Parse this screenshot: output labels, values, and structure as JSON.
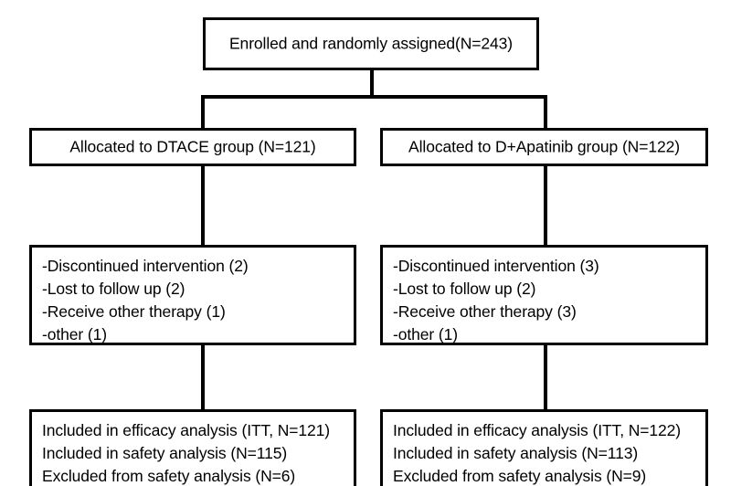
{
  "diagram": {
    "title": "CONSORT participant flow diagram",
    "type": "flowchart",
    "colors": {
      "background": "#ffffff",
      "border": "#000000",
      "text": "#000000",
      "connector": "#000000"
    },
    "nodes": {
      "enrollment": {
        "label": "Enrolled and randomly assigned(N=243)",
        "total": 243
      },
      "allocation_left": {
        "label": "Allocated to DTACE group (N=121)",
        "group": "DTACE",
        "n": 121
      },
      "allocation_right": {
        "label": "Allocated to D+Apatinib group (N=122)",
        "group": "D+Apatinib",
        "n": 122
      },
      "followup_left": {
        "lines": [
          "-Discontinued intervention (2)",
          "-Lost to follow up (2)",
          "-Receive other therapy (1)",
          "-other (1)"
        ]
      },
      "followup_right": {
        "lines": [
          "-Discontinued intervention (3)",
          "-Lost to follow up (2)",
          "-Receive other therapy (3)",
          "-other (1)"
        ]
      },
      "analysis_left": {
        "lines": [
          "Included in efficacy analysis (ITT, N=121)",
          "Included in safety analysis (N=115)",
          "Excluded from safety analysis (N=6)"
        ]
      },
      "analysis_right": {
        "lines": [
          "Included in efficacy analysis (ITT, N=122)",
          "Included in safety analysis (N=113)",
          "Excluded from safety analysis (N=9)"
        ]
      }
    }
  }
}
